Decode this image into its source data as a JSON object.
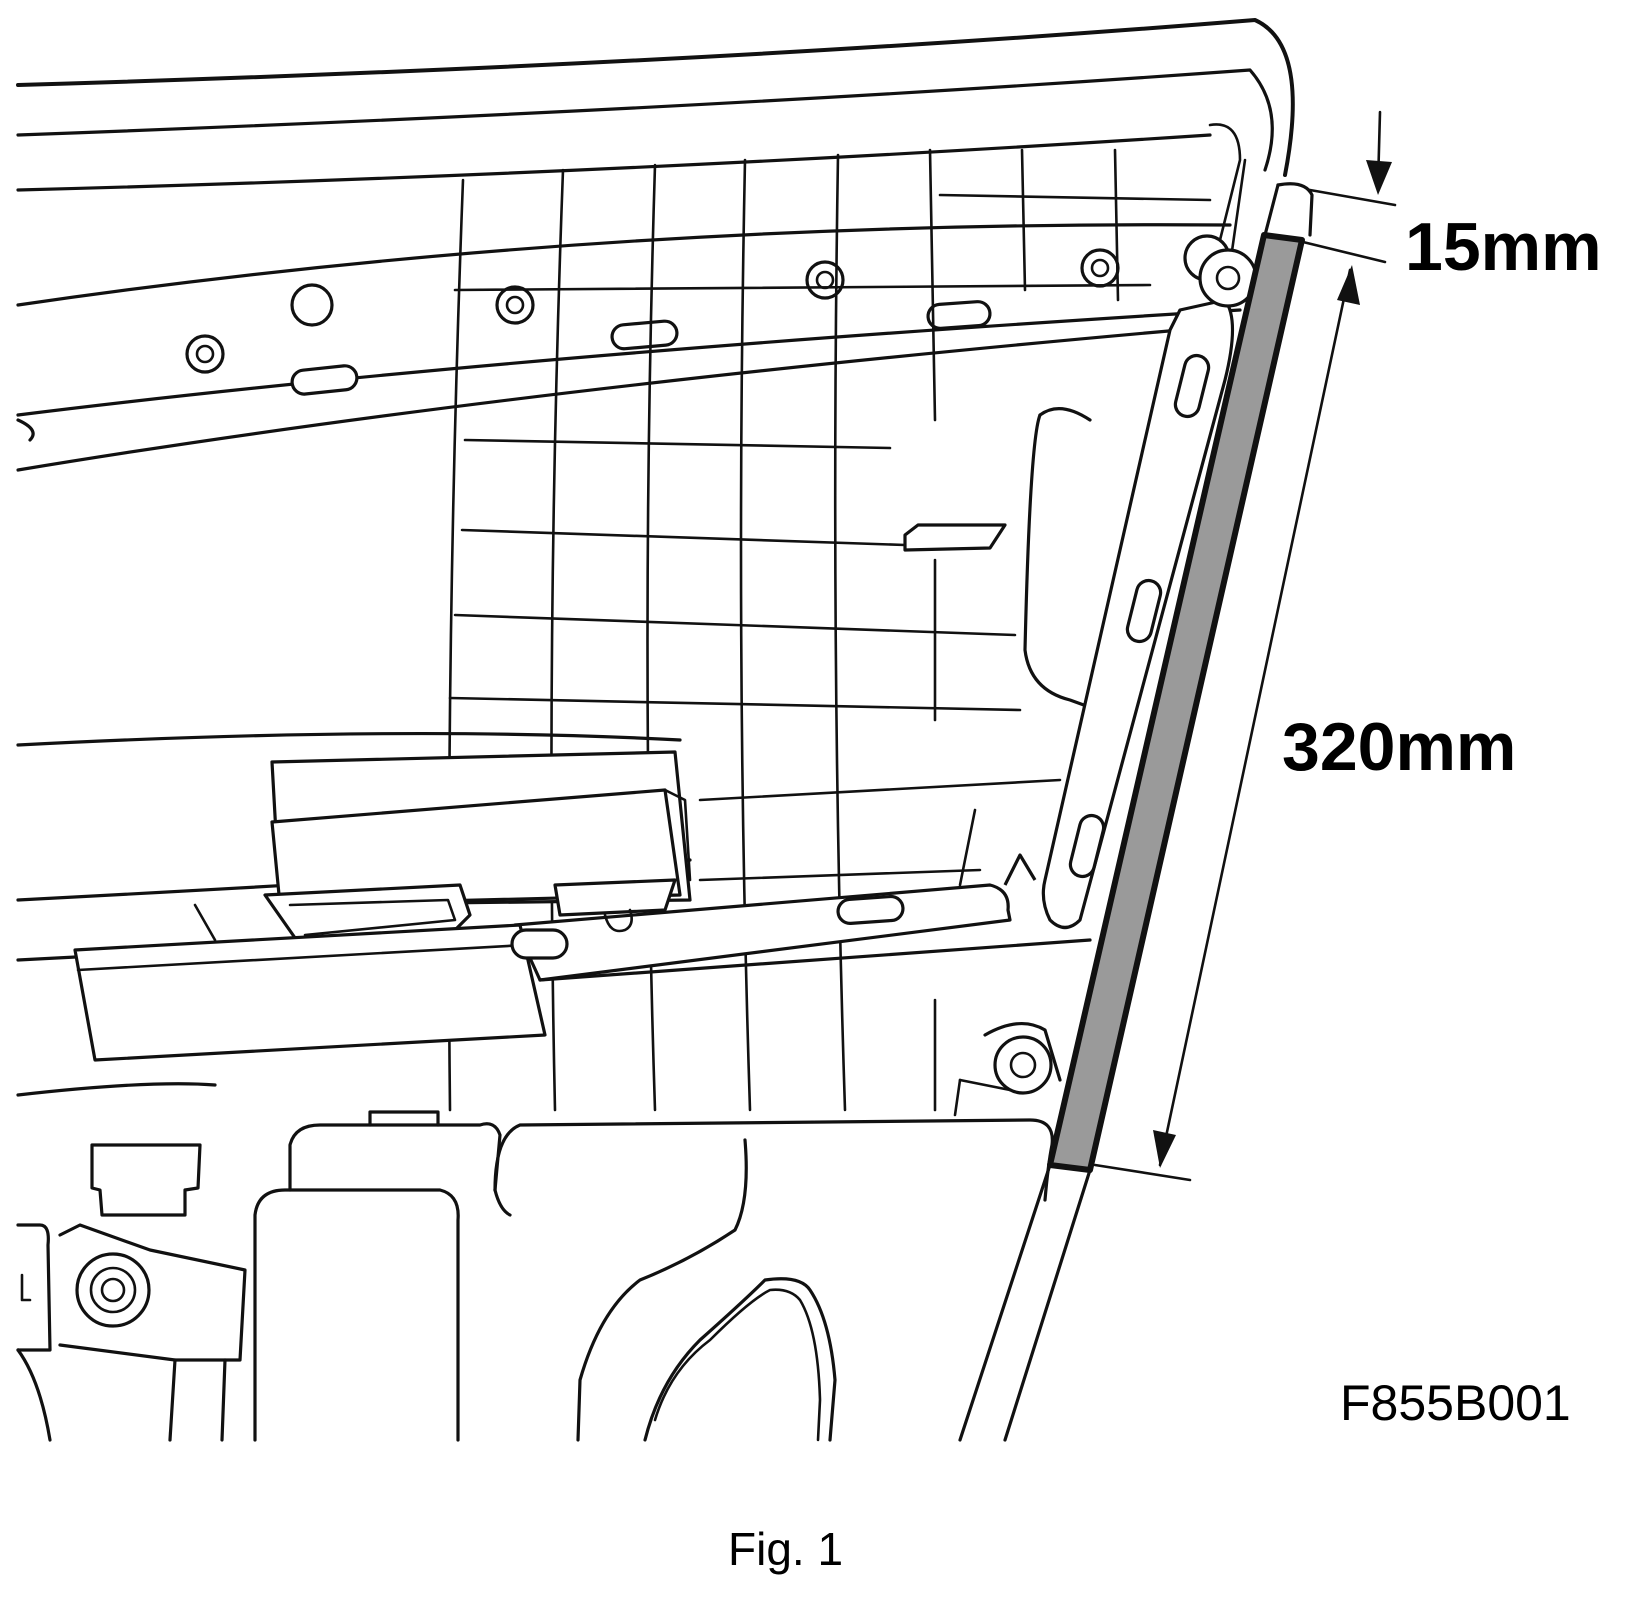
{
  "figure": {
    "caption": "Fig. 1",
    "reference_code": "F855B001"
  },
  "dimensions": {
    "width_label": "15mm",
    "length_label": "320mm"
  },
  "colors": {
    "line": "#111111",
    "strip_fill": "#9a9a9a",
    "background": "#ffffff"
  }
}
